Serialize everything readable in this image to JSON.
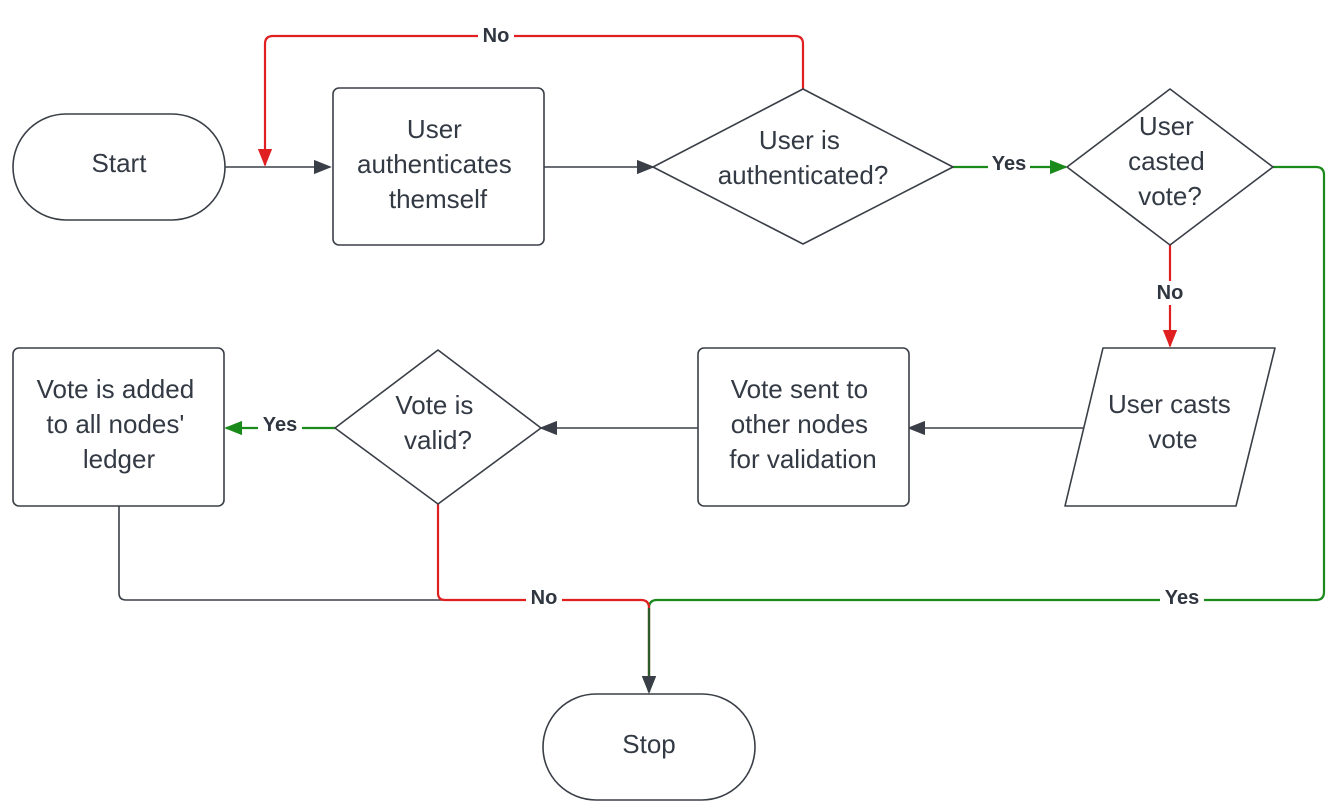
{
  "nodes": {
    "start": {
      "lines": [
        "Start"
      ]
    },
    "authenticate": {
      "lines": [
        "User",
        "authenticates",
        "themself"
      ]
    },
    "is_authenticated": {
      "lines": [
        "User is",
        "authenticated?"
      ]
    },
    "casted_vote": {
      "lines": [
        "User",
        "casted",
        "vote?"
      ]
    },
    "casts_vote": {
      "lines": [
        "User casts",
        "vote"
      ]
    },
    "vote_sent": {
      "lines": [
        "Vote sent to",
        "other nodes",
        "for validation"
      ]
    },
    "vote_valid": {
      "lines": [
        "Vote is",
        "valid?"
      ]
    },
    "vote_added": {
      "lines": [
        "Vote is added",
        "to all nodes'",
        "ledger"
      ]
    },
    "stop": {
      "lines": [
        "Stop"
      ]
    }
  },
  "edge_labels": {
    "auth_no": "No",
    "auth_yes": "Yes",
    "casted_no": "No",
    "casted_yes": "Yes",
    "valid_yes": "Yes",
    "valid_no": "No"
  },
  "colors": {
    "default_line": "#3a3f47",
    "no_line": "#e02020",
    "yes_line": "#1a8a1a",
    "text": "#333a44"
  }
}
